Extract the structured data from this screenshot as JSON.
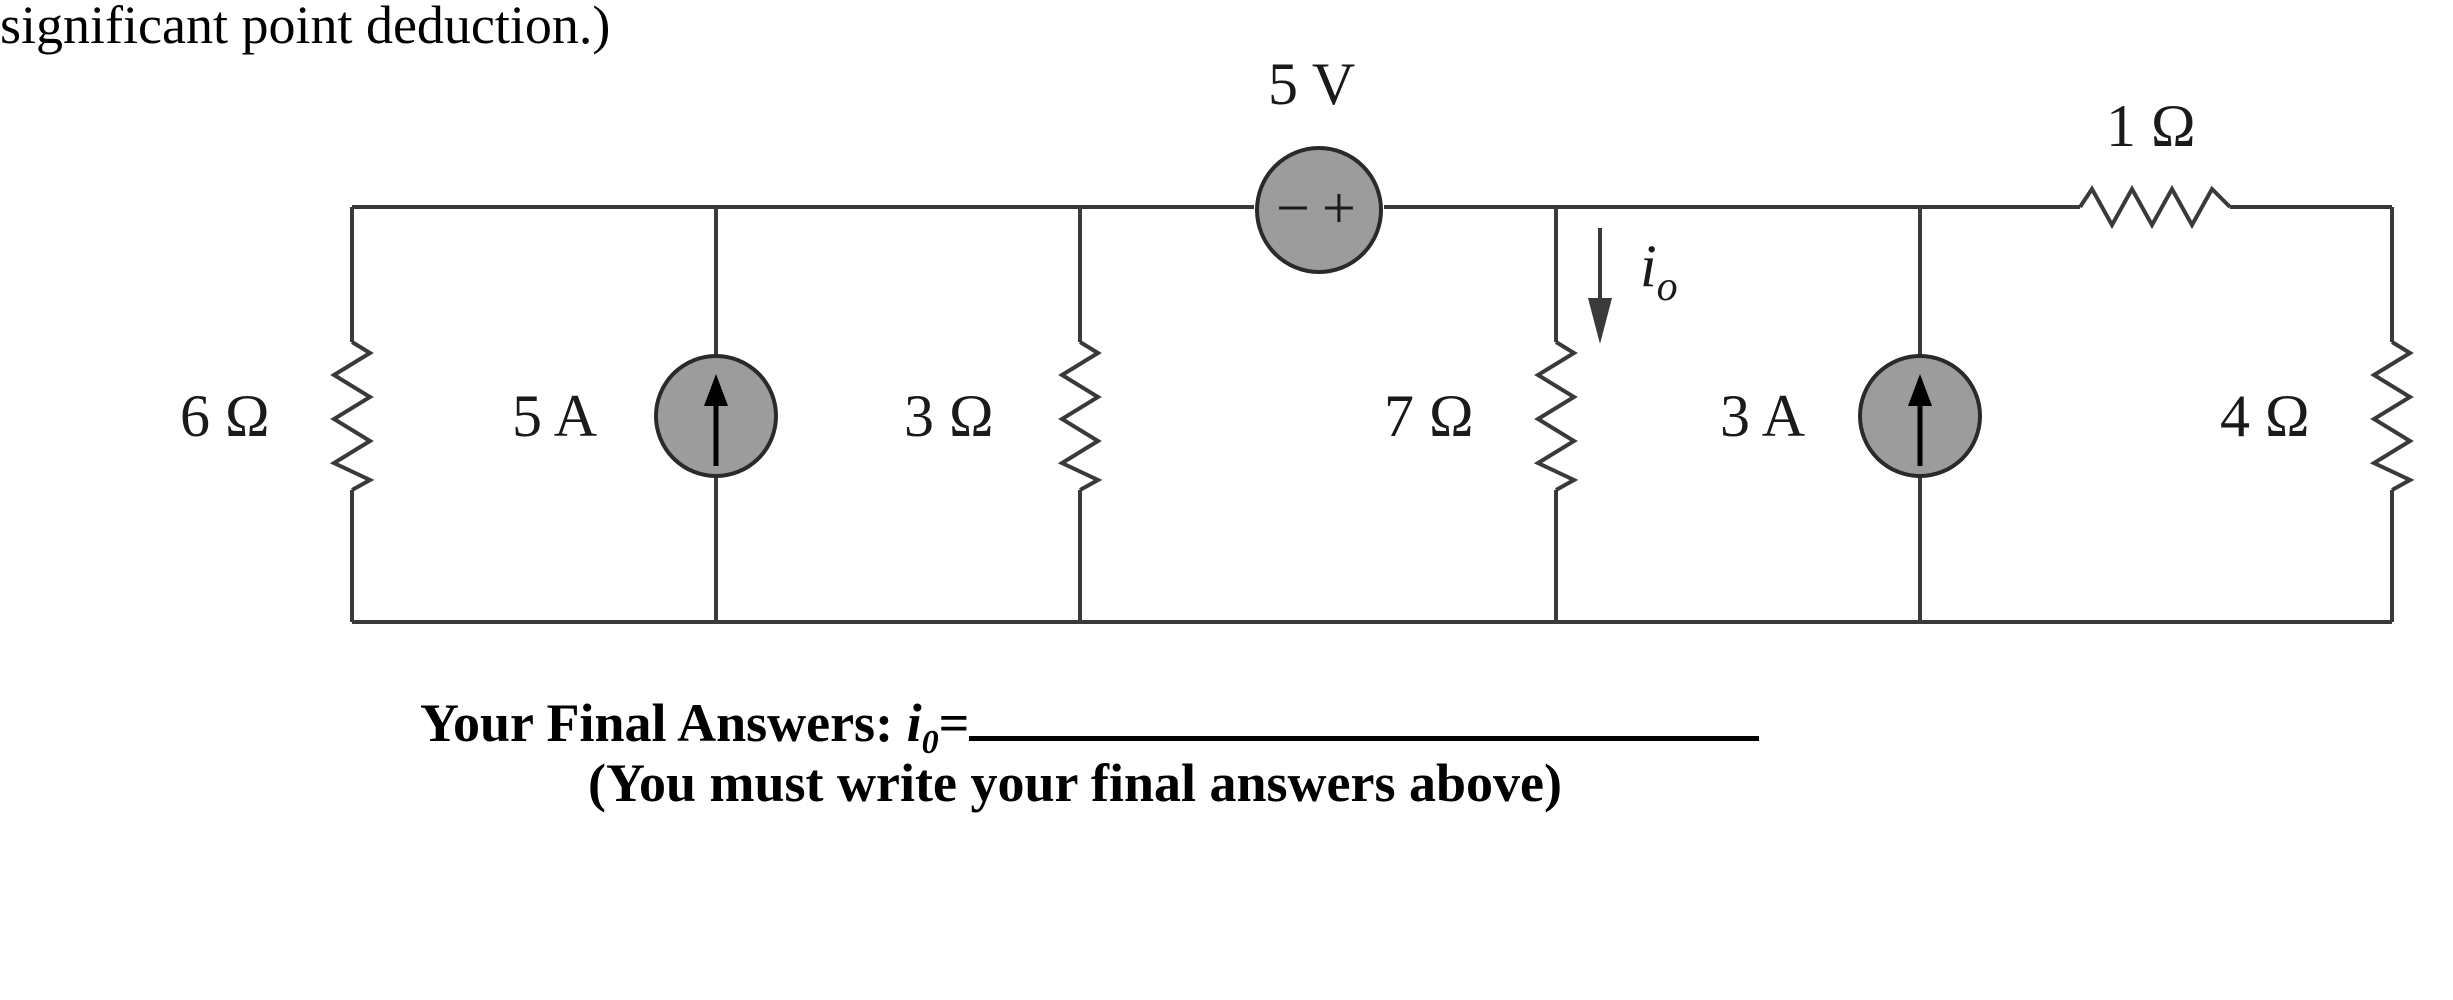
{
  "header_fragment": "significant point deduction.)",
  "components": {
    "voltage_source": {
      "label": "5 V",
      "minus": "−",
      "plus": "+"
    },
    "resistor_6": {
      "label": "6 Ω"
    },
    "current_source_5": {
      "label": "5 A"
    },
    "resistor_3": {
      "label": "3 Ω"
    },
    "resistor_7": {
      "label": "7 Ω"
    },
    "current_source_3": {
      "label": "3 A"
    },
    "resistor_1": {
      "label": "1 Ω"
    },
    "resistor_4": {
      "label": "4 Ω"
    },
    "current_io": {
      "symbol": "i",
      "subscript": "o"
    }
  },
  "answer": {
    "prefix": "Your Final Answers: ",
    "variable": "i",
    "variable_sub": "0",
    "equals": "=",
    "note": "(You must write your final answers above)"
  }
}
